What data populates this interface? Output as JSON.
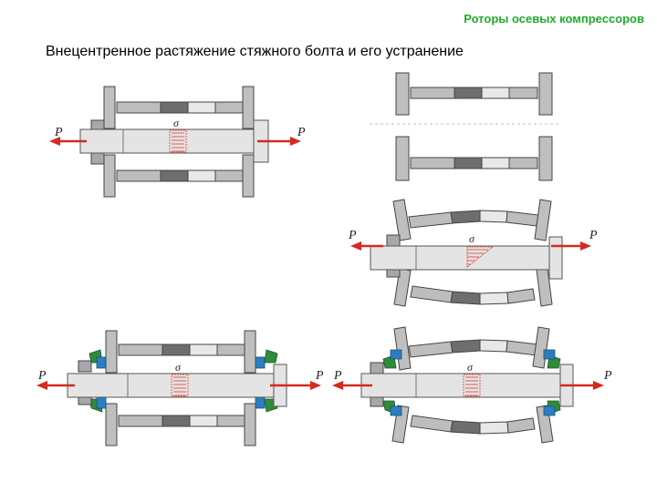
{
  "header": {
    "title": "Роторы осевых компрессоров"
  },
  "slide": {
    "title": "Внецентренное растяжение стяжного болта и его устранение"
  },
  "labels": {
    "force": "P",
    "stress": "σ"
  },
  "colors": {
    "header_green": "#22aa2c",
    "arrow_red": "#d42a1f",
    "seal_green": "#2e8b3a",
    "seal_blue": "#2b7fc0"
  }
}
